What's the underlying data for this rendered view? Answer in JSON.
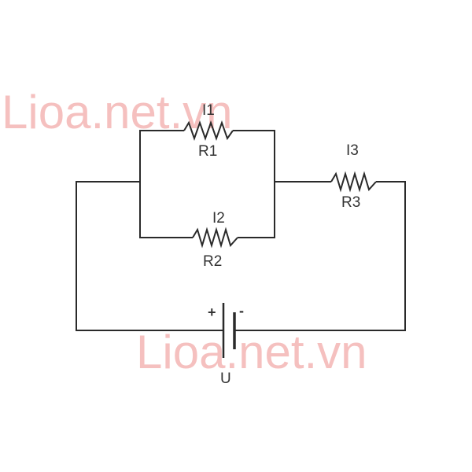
{
  "watermark": {
    "top_text": "Lioa.net.vn",
    "bottom_text": "Lioa.net.vn",
    "color": "#f4b6b4"
  },
  "circuit": {
    "r1": {
      "current_label": "I1",
      "resistor_label": "R1"
    },
    "r2": {
      "current_label": "I2",
      "resistor_label": "R2"
    },
    "r3": {
      "current_label": "I3",
      "resistor_label": "R3"
    },
    "source": {
      "label": "U",
      "plus_sign": "+",
      "minus_sign": "-"
    }
  }
}
